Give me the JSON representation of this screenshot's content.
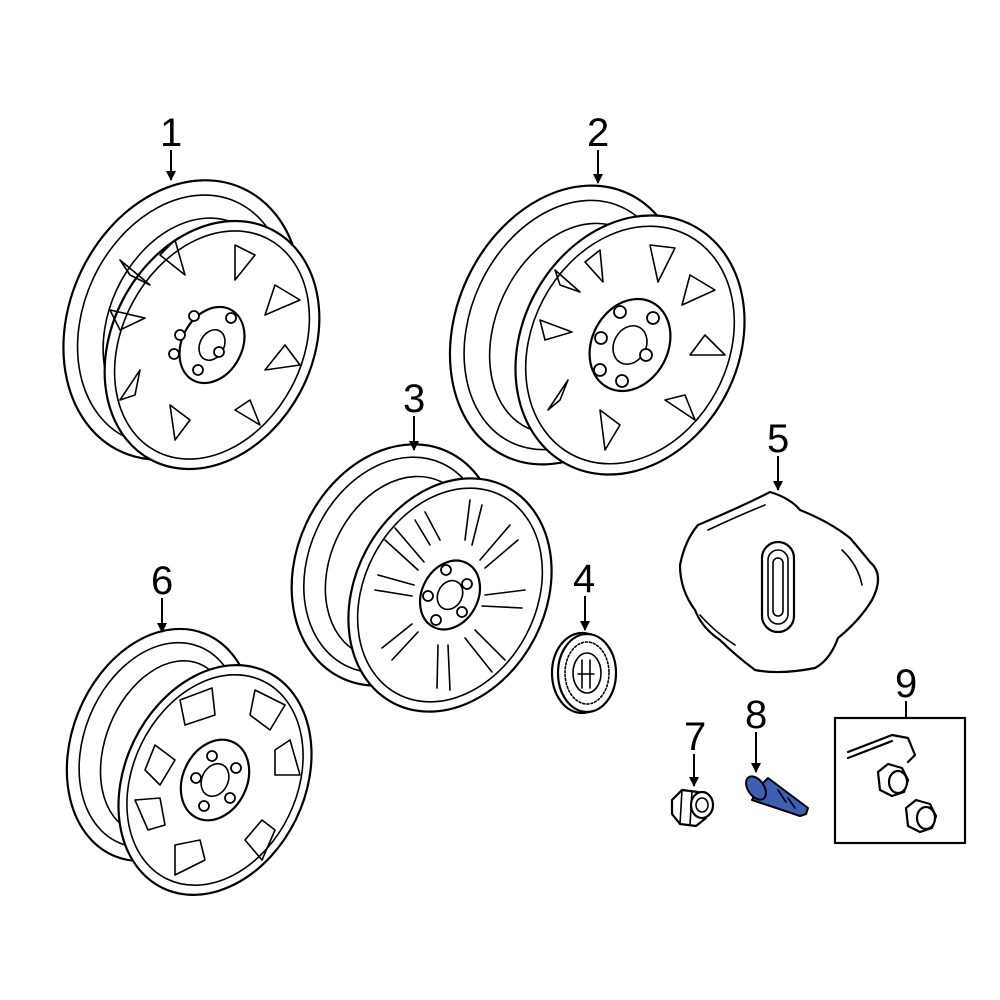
{
  "callouts": {
    "c1": "1",
    "c2": "2",
    "c3": "3",
    "c4": "4",
    "c5": "5",
    "c6": "6",
    "c7": "7",
    "c8": "8",
    "c9": "9"
  },
  "colors": {
    "line": "#000000",
    "highlight_part": "#3f5fb5",
    "background": "#ffffff"
  }
}
